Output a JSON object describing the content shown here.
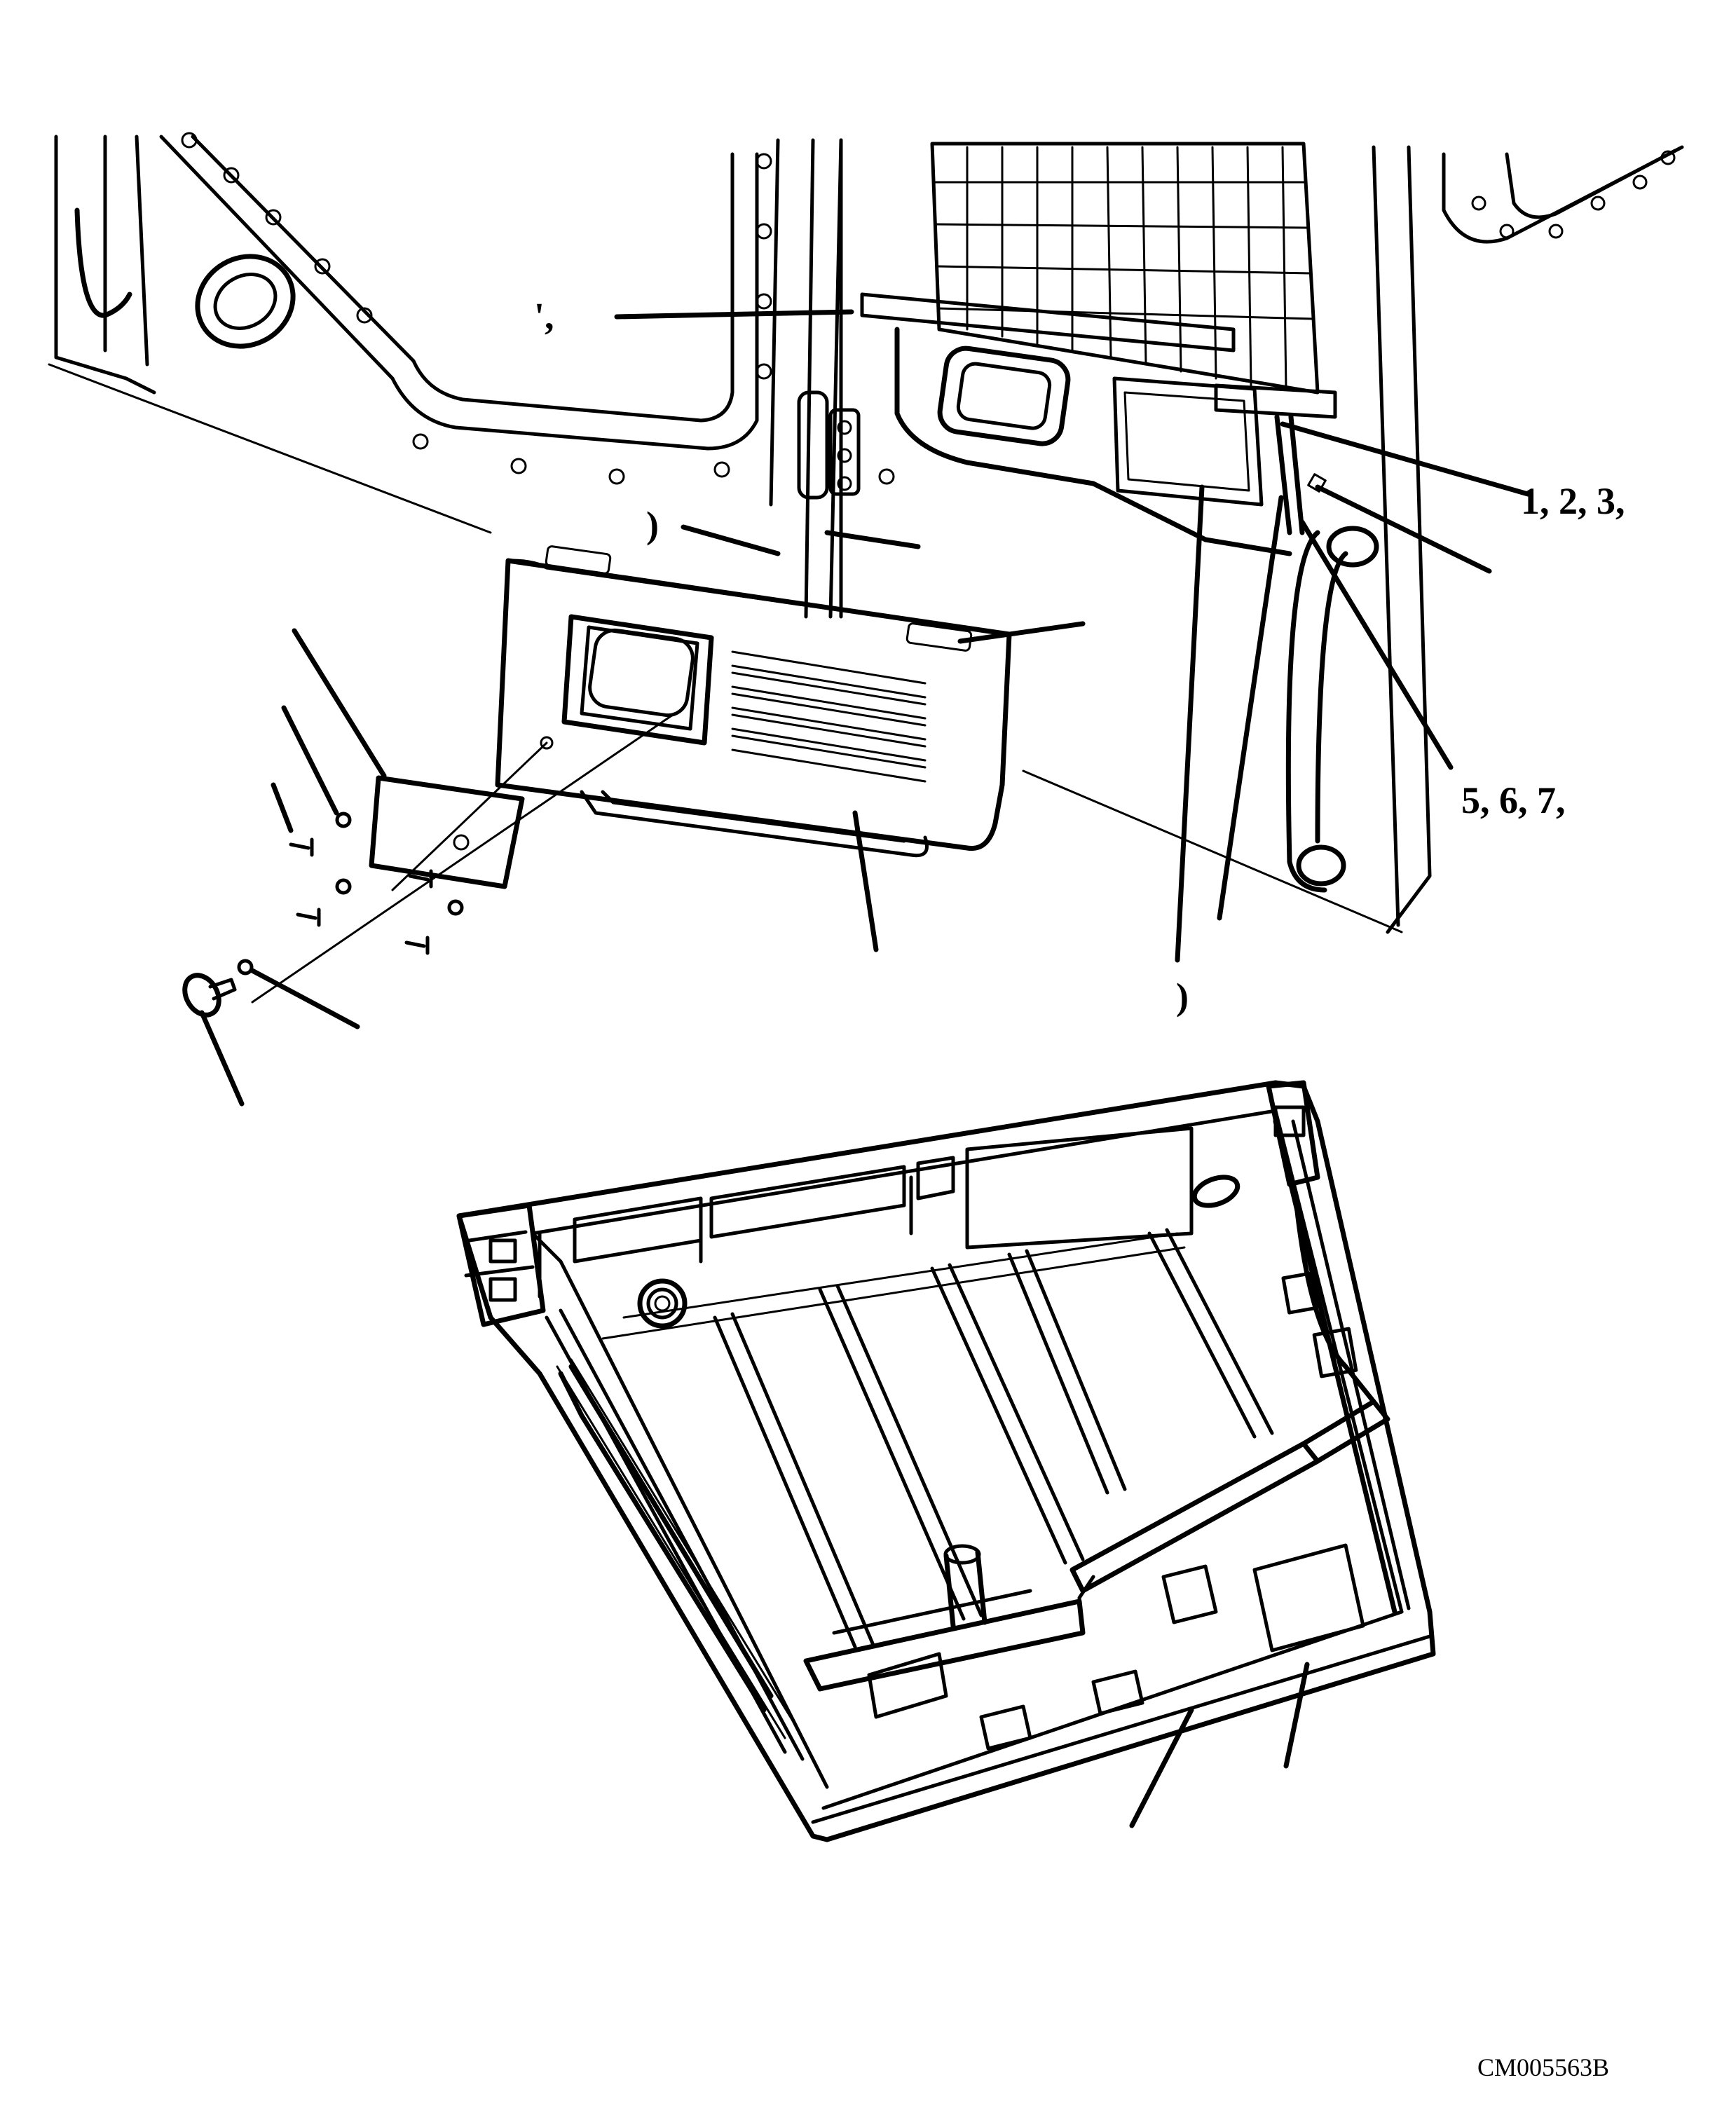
{
  "figure": {
    "id_label": "CM005563B"
  },
  "callouts": [
    {
      "key": "top-left",
      "text": "', "
    },
    {
      "key": "mid-left",
      "text": ")"
    },
    {
      "key": "right-top",
      "text": "1, 2, 3,"
    },
    {
      "key": "right-mid",
      "text": "5, 6, 7,"
    },
    {
      "key": "lower-center",
      "text": ")"
    }
  ],
  "icons": [
    "screw-icon",
    "washer-icon",
    "knob-icon",
    "hinge-icon",
    "grille-icon",
    "light-icon"
  ]
}
